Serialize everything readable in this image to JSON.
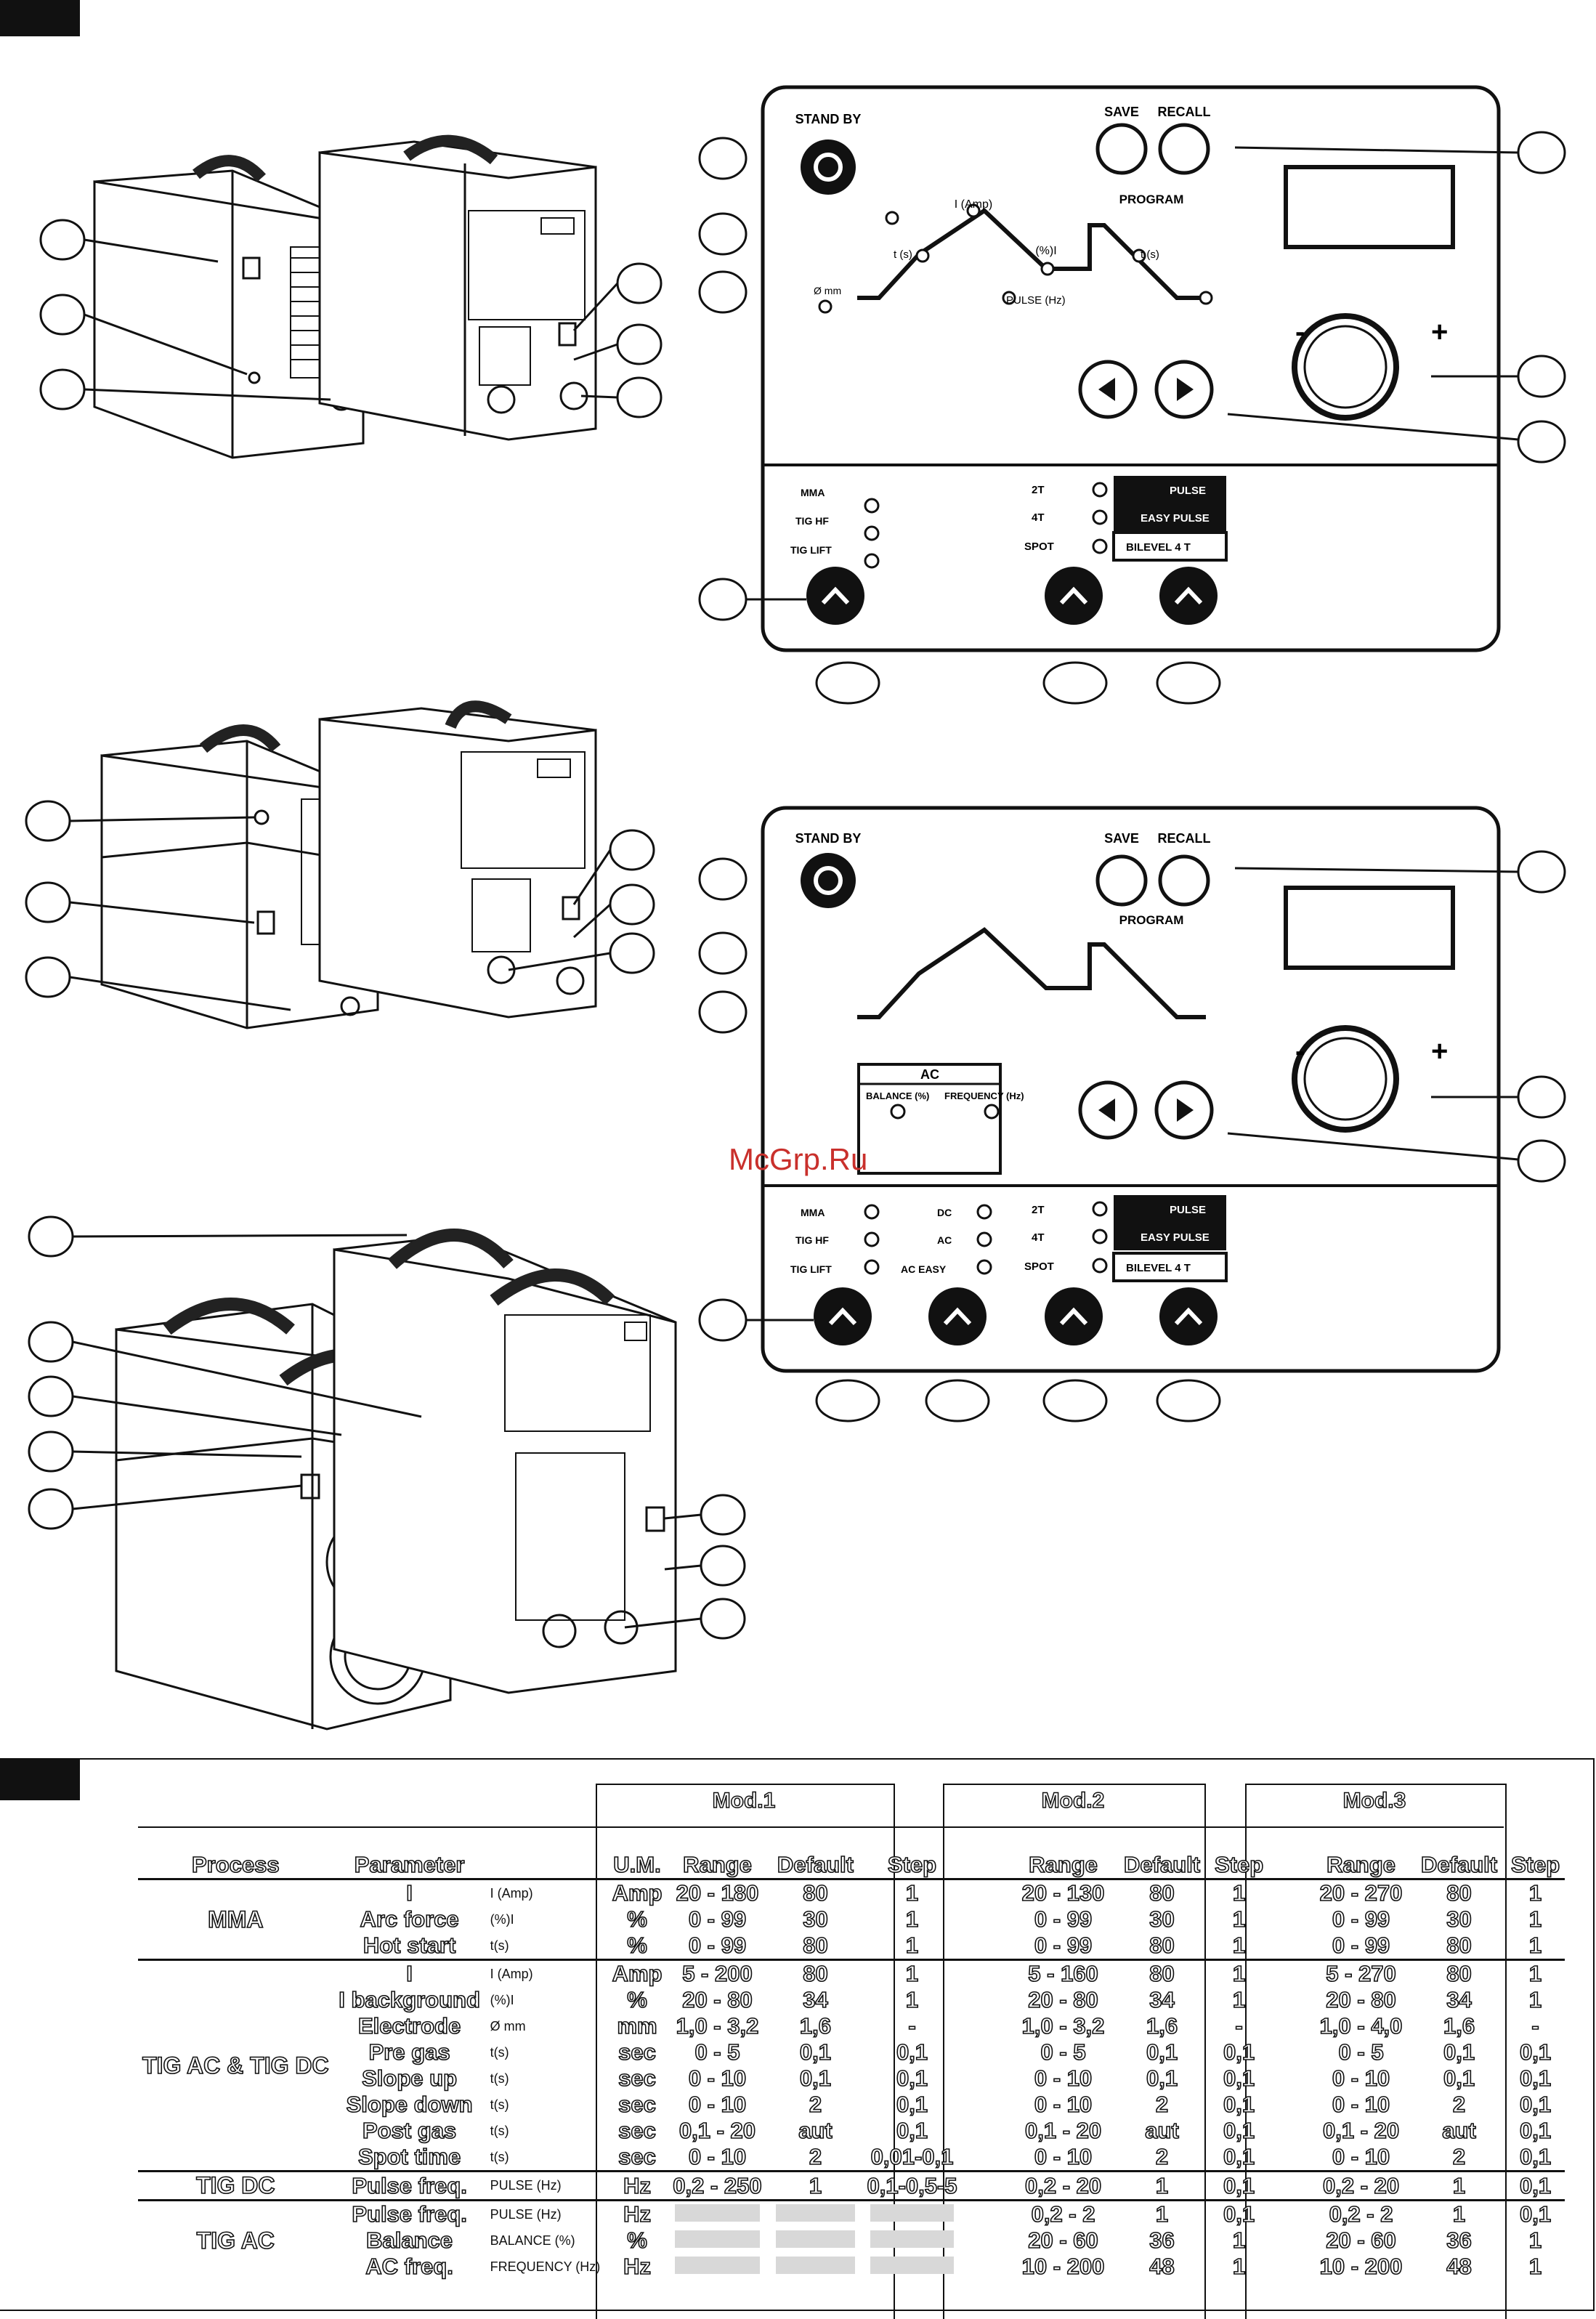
{
  "figures": {
    "section_tag_top": "",
    "panel_1": {
      "standby_label": "STAND BY",
      "save_label": "SAVE",
      "recall_label": "RECALL",
      "program_label": "PROGRAM",
      "amp_label": "I (Amp)",
      "pct_label": "(%)I",
      "t_s": "t (s)",
      "pulse_hz": "PULSE (Hz)",
      "electrode": "Ø mm",
      "minus": "-",
      "plus": "+",
      "proc_mma": "MMA",
      "proc_tighf": "TIG HF",
      "proc_tiglift": "TIG LIFT",
      "mode_2t": "2T",
      "mode_4t": "4T",
      "mode_spot": "SPOT",
      "pulse": "PULSE",
      "easy_pulse": "EASY PULSE",
      "bilevel": "BILEVEL 4 T"
    },
    "panel_2": {
      "ac_title": "AC",
      "balance": "BALANCE (%)",
      "frequency": "FREQUENCY (Hz)",
      "dc": "DC",
      "ac": "AC",
      "ac_easy": "AC EASY"
    },
    "watermark": "McGrp.Ru"
  },
  "table": {
    "headers": {
      "process": "Process",
      "parameter": "Parameter",
      "um": "U.M.",
      "range": "Range",
      "default": "Default",
      "step": "Step"
    },
    "models": [
      "Mod.1",
      "Mod.2",
      "Mod.3"
    ],
    "rows": [
      {
        "process": "MMA",
        "param": "I",
        "icon": "I (Amp)",
        "um": "Amp",
        "m1": [
          "20 - 180",
          "80",
          "1"
        ],
        "m2": [
          "20 - 130",
          "80",
          "1"
        ],
        "m3": [
          "20 - 270",
          "80",
          "1"
        ]
      },
      {
        "process": "",
        "param": "Arc force",
        "icon": "(%)I",
        "um": "%",
        "m1": [
          "0 - 99",
          "30",
          "1"
        ],
        "m2": [
          "0 - 99",
          "30",
          "1"
        ],
        "m3": [
          "0 - 99",
          "30",
          "1"
        ]
      },
      {
        "process": "",
        "param": "Hot start",
        "icon": "t(s)",
        "um": "%",
        "m1": [
          "0 - 99",
          "80",
          "1"
        ],
        "m2": [
          "0 - 99",
          "80",
          "1"
        ],
        "m3": [
          "0 - 99",
          "80",
          "1"
        ]
      },
      {
        "process": "TIG AC & TIG DC",
        "param": "I",
        "icon": "I (Amp)",
        "um": "Amp",
        "m1": [
          "5 - 200",
          "80",
          "1"
        ],
        "m2": [
          "5 - 160",
          "80",
          "1"
        ],
        "m3": [
          "5 - 270",
          "80",
          "1"
        ]
      },
      {
        "process": "",
        "param": "I background",
        "icon": "(%)I",
        "um": "%",
        "m1": [
          "20 - 80",
          "34",
          "1"
        ],
        "m2": [
          "20 - 80",
          "34",
          "1"
        ],
        "m3": [
          "20 - 80",
          "34",
          "1"
        ]
      },
      {
        "process": "",
        "param": "Electrode",
        "icon": "Ø mm",
        "um": "mm",
        "m1": [
          "1,0 - 3,2",
          "1,6",
          "-"
        ],
        "m2": [
          "1,0 - 3,2",
          "1,6",
          "-"
        ],
        "m3": [
          "1,0 - 4,0",
          "1,6",
          "-"
        ]
      },
      {
        "process": "",
        "param": "Pre gas",
        "icon": "t(s)",
        "um": "sec",
        "m1": [
          "0 - 5",
          "0,1",
          "0,1"
        ],
        "m2": [
          "0 - 5",
          "0,1",
          "0,1"
        ],
        "m3": [
          "0 - 5",
          "0,1",
          "0,1"
        ]
      },
      {
        "process": "",
        "param": "Slope up",
        "icon": "t(s)",
        "um": "sec",
        "m1": [
          "0 - 10",
          "0,1",
          "0,1"
        ],
        "m2": [
          "0 - 10",
          "0,1",
          "0,1"
        ],
        "m3": [
          "0 - 10",
          "0,1",
          "0,1"
        ]
      },
      {
        "process": "",
        "param": "Slope down",
        "icon": "t(s)",
        "um": "sec",
        "m1": [
          "0 - 10",
          "2",
          "0,1"
        ],
        "m2": [
          "0 - 10",
          "2",
          "0,1"
        ],
        "m3": [
          "0 - 10",
          "2",
          "0,1"
        ]
      },
      {
        "process": "",
        "param": "Post gas",
        "icon": "t(s)",
        "um": "sec",
        "m1": [
          "0,1 - 20",
          "aut",
          "0,1"
        ],
        "m2": [
          "0,1 - 20",
          "aut",
          "0,1"
        ],
        "m3": [
          "0,1 - 20",
          "aut",
          "0,1"
        ]
      },
      {
        "process": "",
        "param": "Spot time",
        "icon": "t(s)",
        "um": "sec",
        "m1": [
          "0 - 10",
          "2",
          "0,01-0,1"
        ],
        "m2": [
          "0 - 10",
          "2",
          "0,1"
        ],
        "m3": [
          "0 - 10",
          "2",
          "0,1"
        ]
      },
      {
        "process": "TIG DC",
        "param": "Pulse freq.",
        "icon": "PULSE (Hz)",
        "um": "Hz",
        "m1": [
          "0,2 - 250",
          "1",
          "0,1-0,5-5"
        ],
        "m2": [
          "0,2 - 20",
          "1",
          "0,1"
        ],
        "m3": [
          "0,2 - 20",
          "1",
          "0,1"
        ]
      },
      {
        "process": "TIG AC",
        "param": "Pulse freq.",
        "icon": "PULSE (Hz)",
        "um": "Hz",
        "m1": [
          "",
          "",
          ""
        ],
        "m2": [
          "0,2 - 2",
          "1",
          "0,1"
        ],
        "m3": [
          "0,2 - 2",
          "1",
          "0,1"
        ]
      },
      {
        "process": "",
        "param": "Balance",
        "icon": "BALANCE (%)",
        "um": "%",
        "m1": [
          "",
          "",
          ""
        ],
        "m2": [
          "20 - 60",
          "36",
          "1"
        ],
        "m3": [
          "20 - 60",
          "36",
          "1"
        ]
      },
      {
        "process": "",
        "param": "AC freq.",
        "icon": "FREQUENCY (Hz)",
        "um": "Hz",
        "m1": [
          "",
          "",
          ""
        ],
        "m2": [
          "10 - 200",
          "48",
          "1"
        ],
        "m3": [
          "10 - 200",
          "48",
          "1"
        ]
      }
    ]
  }
}
